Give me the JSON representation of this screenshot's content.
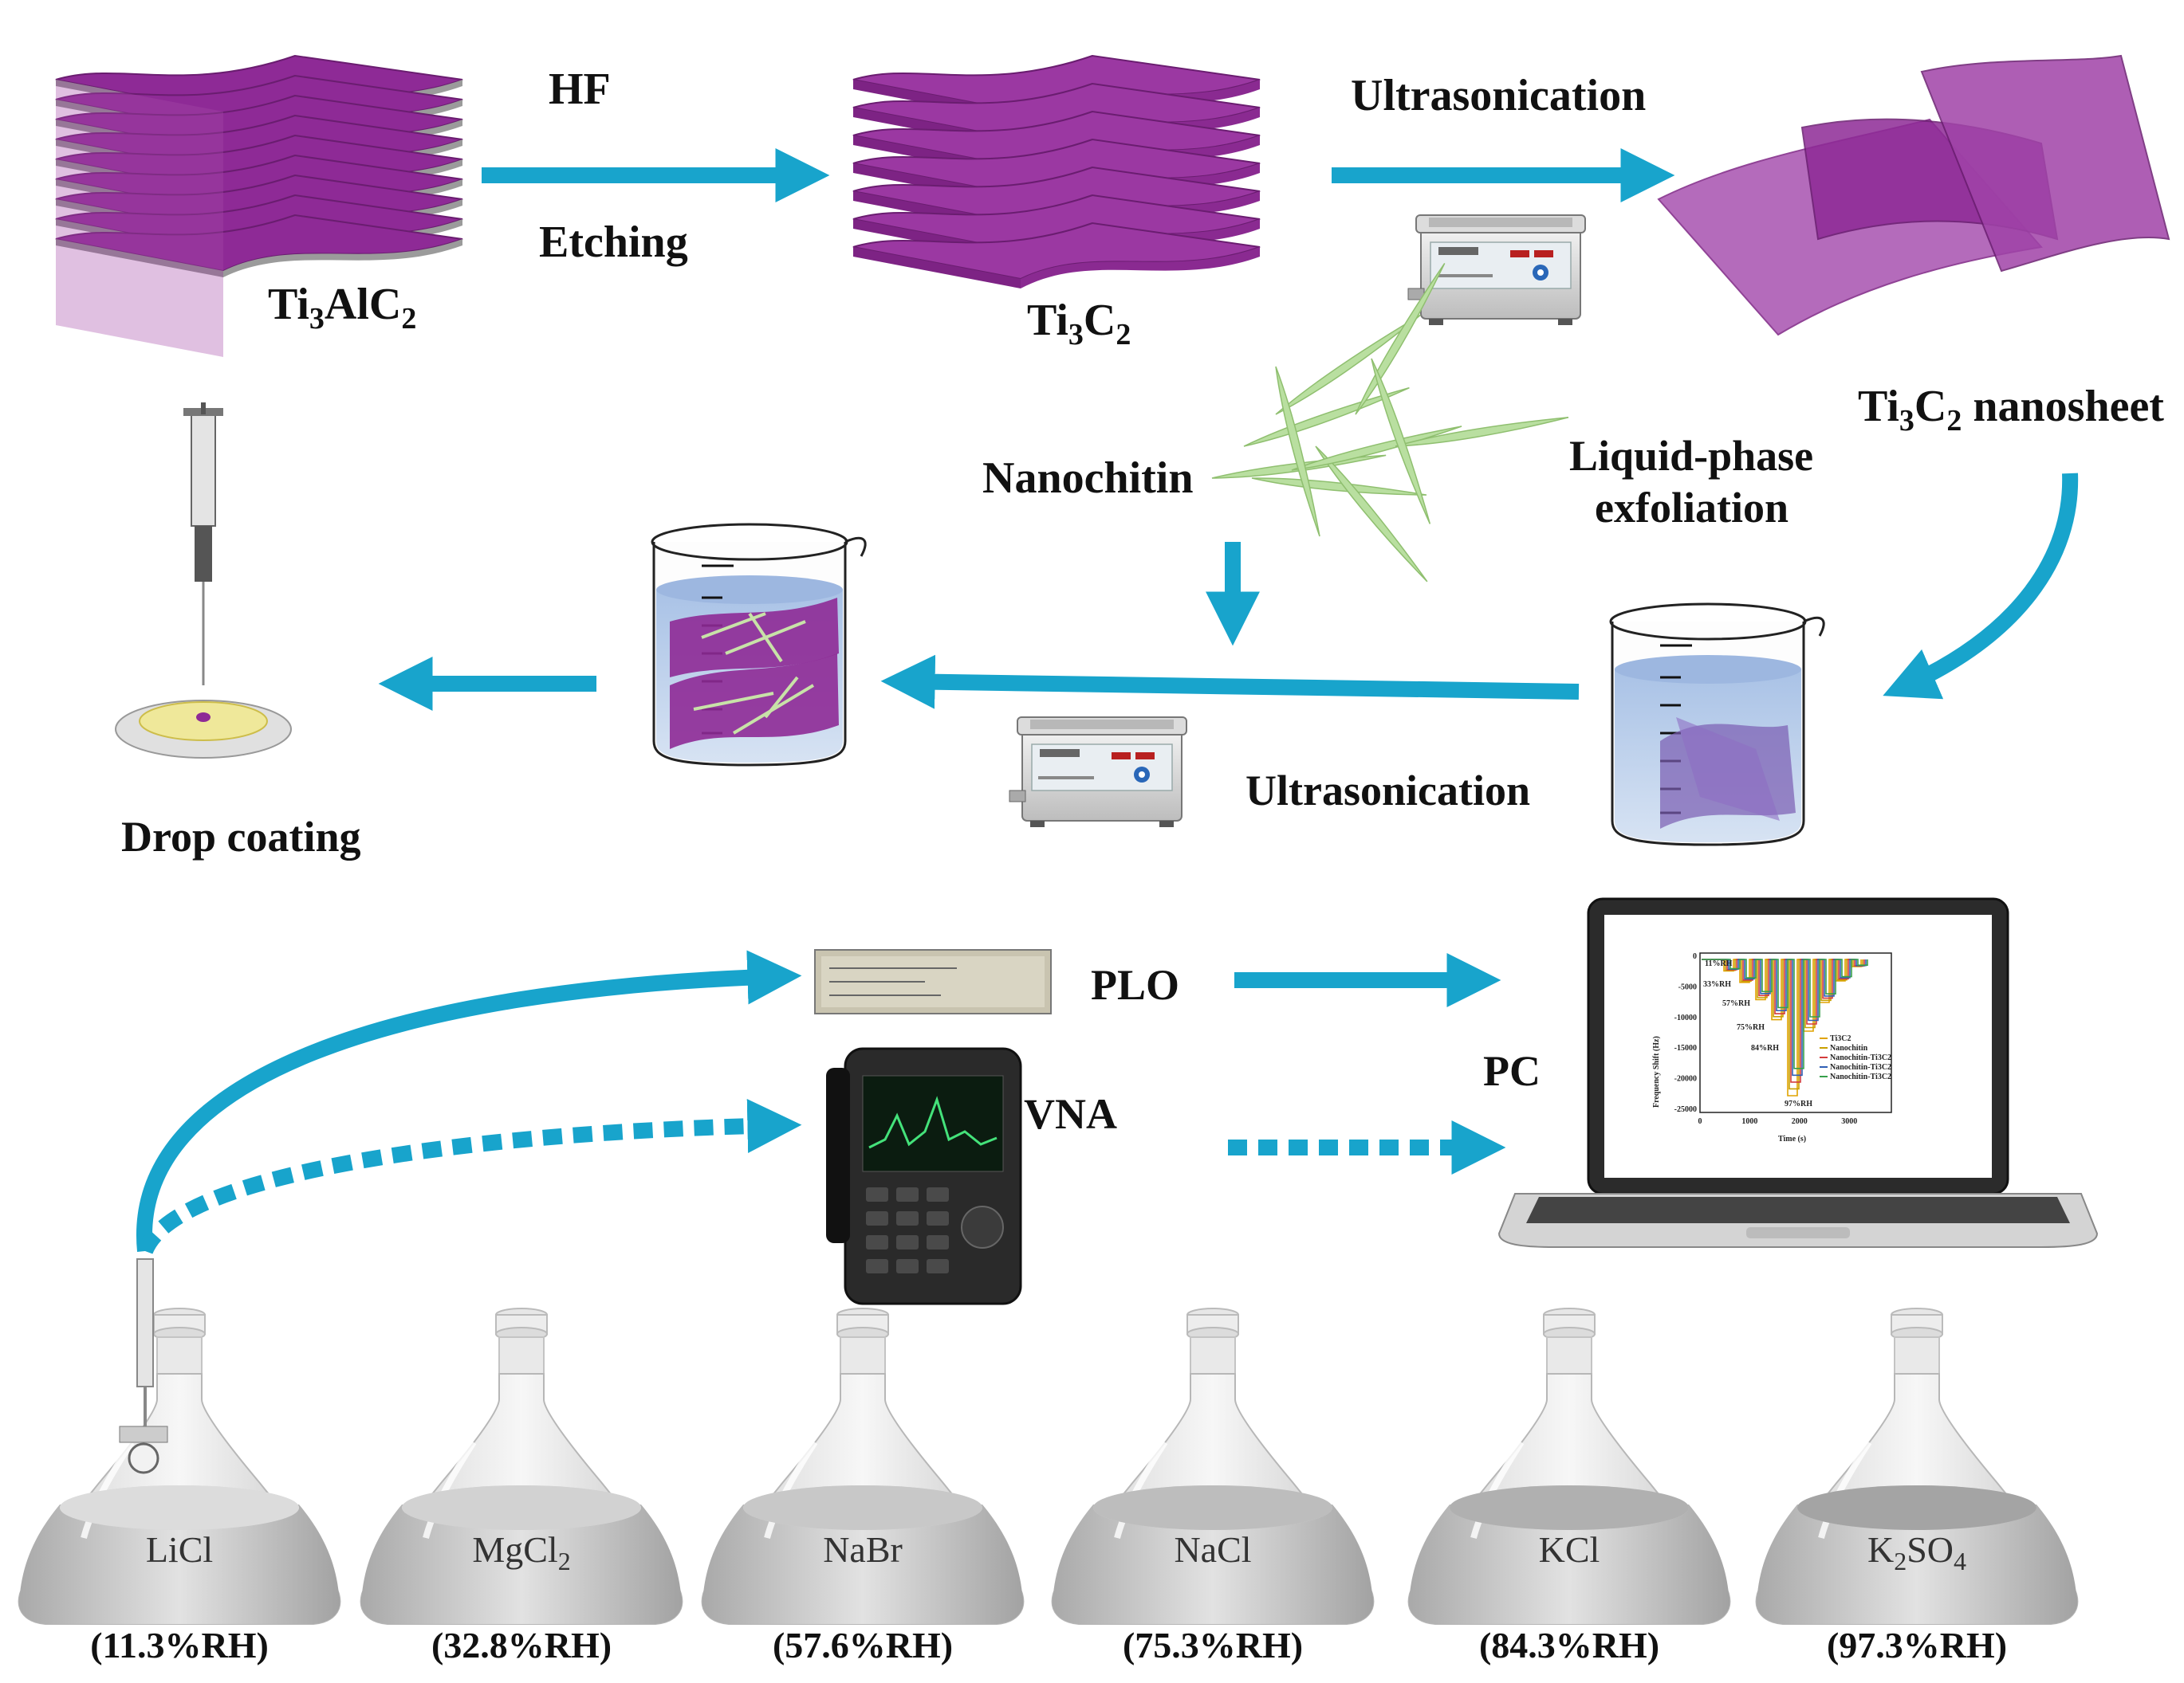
{
  "colors": {
    "arrow": "#18a4cc",
    "mxene": "#8e2a96",
    "mxene_light": "#b45dbb",
    "gray_layer": "#8e8e8e",
    "nanochitin": "#b9dfa0",
    "water": "#bcd0ec"
  },
  "steps": {
    "ti3alc2": {
      "base": "Ti",
      "s1": "3",
      "mid": "AlC",
      "s2": "2"
    },
    "hf": "HF",
    "etching": "Etching",
    "ti3c2": {
      "base": "Ti",
      "s1": "3",
      "mid": "C",
      "s2": "2"
    },
    "ultrasonication_top": "Ultrasonication",
    "nanosheet": {
      "base": "Ti",
      "s1": "3",
      "mid": "C",
      "s2": "2",
      "tail": " nanosheet"
    },
    "nanochitin": "Nanochitin",
    "liquid_phase_1": "Liquid-phase",
    "liquid_phase_2": "exfoliation",
    "ultrasonication_mid": "Ultrasonication",
    "drop_coating": "Drop coating"
  },
  "devices": {
    "plo": "PLO",
    "vna": "VNA",
    "pc": "PC"
  },
  "salts": [
    {
      "name": "LiCl",
      "rh": "(11.3%RH)"
    },
    {
      "name": "MgCl",
      "sub": "2",
      "rh": "(32.8%RH)"
    },
    {
      "name": "NaBr",
      "rh": "(57.6%RH)"
    },
    {
      "name": "NaCl",
      "rh": "(75.3%RH)"
    },
    {
      "name": "KCl",
      "rh": "(84.3%RH)"
    },
    {
      "name": "K",
      "sub": "2",
      "tail": "SO",
      "sub2": "4",
      "rh": "(97.3%RH)"
    }
  ],
  "pc_screen_chart": {
    "type": "line",
    "xlabel": "Time (s)",
    "ylabel": "Frequency Shift (Hz)",
    "x_ticks": [
      "0",
      "1000",
      "2000",
      "3000"
    ],
    "y_ticks": [
      "0",
      "-5000",
      "-10000",
      "-15000",
      "-20000",
      "-25000"
    ],
    "annotations": [
      "11%RH",
      "33%RH",
      "57%RH",
      "75%RH",
      "84%RH",
      "97%RH"
    ],
    "legend": [
      "Ti3C2",
      "Nanochitin",
      "Nanochitin-Ti3C2",
      "Nanochitin-Ti3C2",
      "Nanochitin-Ti3C2"
    ]
  }
}
